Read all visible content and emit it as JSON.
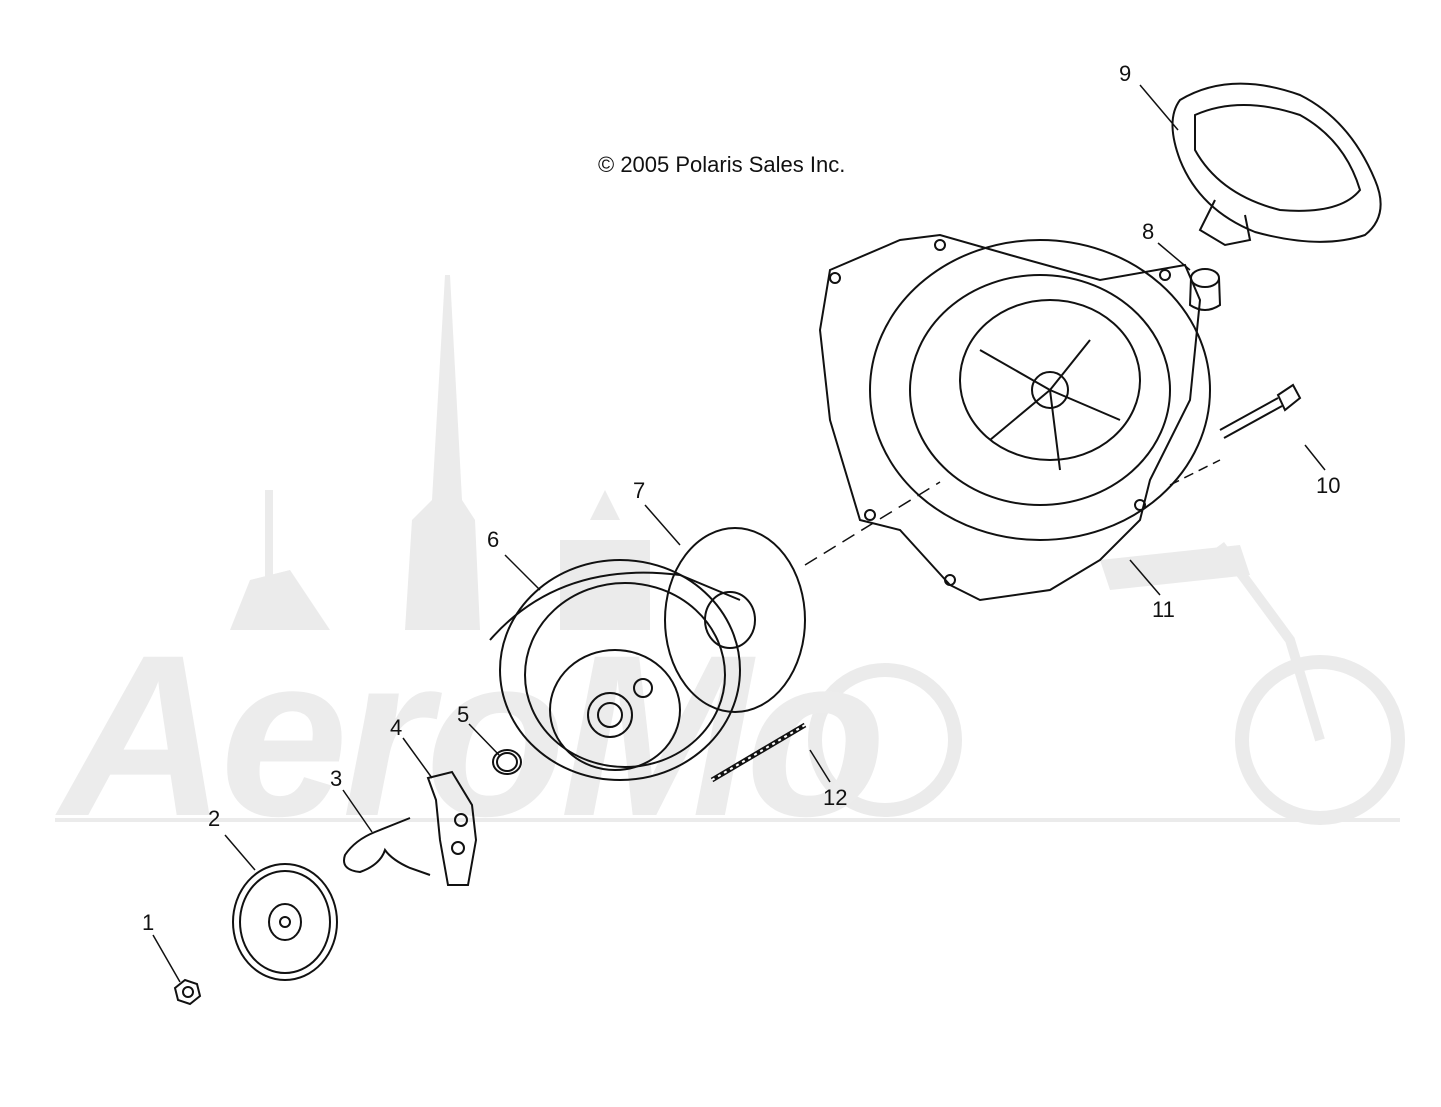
{
  "copyright": "© 2005 Polaris Sales Inc.",
  "watermark": "AeroMo",
  "callouts": [
    "1",
    "2",
    "3",
    "4",
    "5",
    "6",
    "7",
    "8",
    "9",
    "10",
    "11",
    "12"
  ],
  "parts": {
    "p1": "nut",
    "p2": "washer-plate",
    "p3": "spring-clip",
    "p4": "pawl",
    "p5": "coil-spring",
    "p6": "recoil-pulley",
    "p7": "recoil-spring-plate",
    "p8": "ferrule",
    "p9": "starter-handle",
    "p10": "bolt",
    "p11": "recoil-housing",
    "p12": "starter-rope"
  },
  "colors": {
    "line": "#111111",
    "watermark": "#e6e6e6"
  }
}
